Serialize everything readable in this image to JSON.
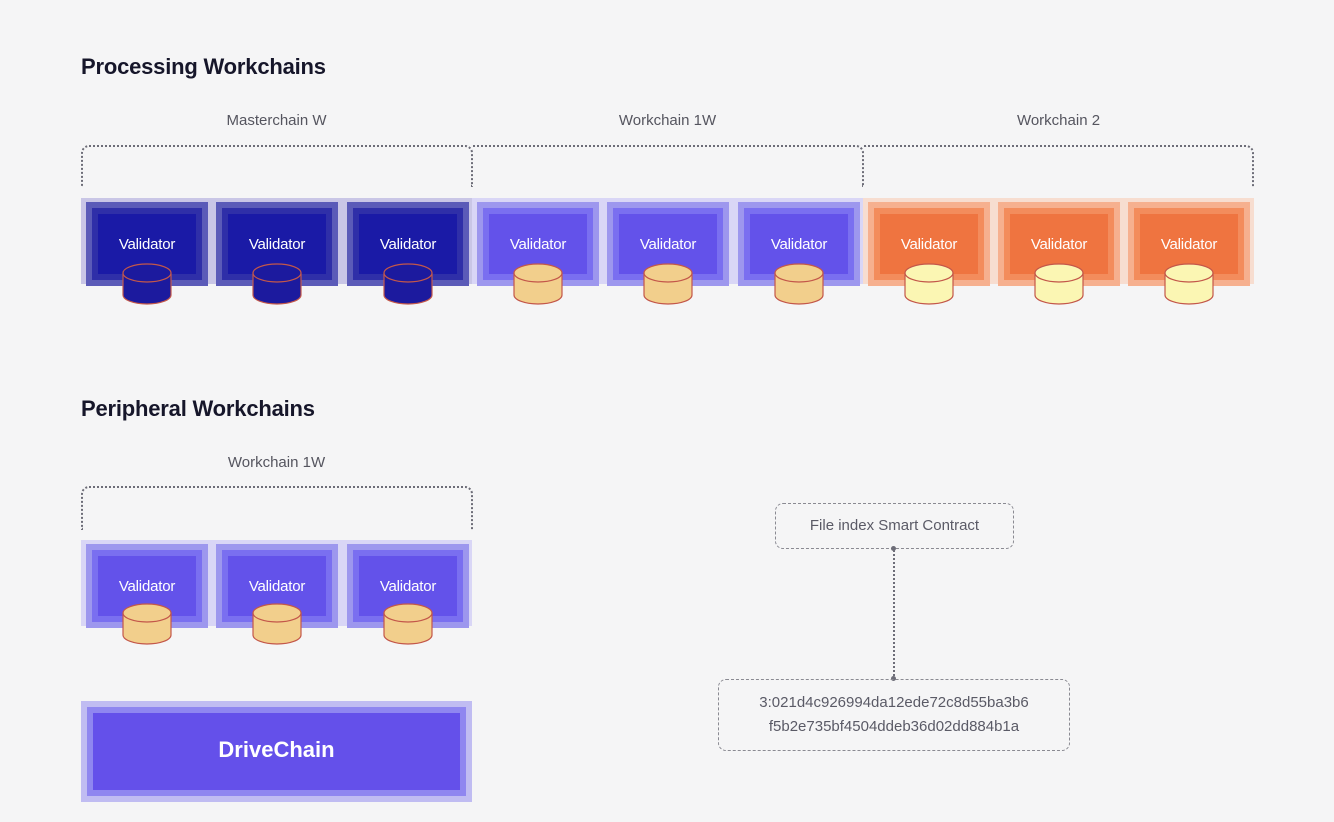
{
  "processing": {
    "title": "Processing Workchains",
    "groups": [
      {
        "label": "Masterchain W",
        "theme": "dark",
        "db_color": "#1c1a9e",
        "validators": [
          "Validator",
          "Validator",
          "Validator"
        ]
      },
      {
        "label": "Workchain 1W",
        "theme": "purp",
        "db_color": "#f2cf8c",
        "validators": [
          "Validator",
          "Validator",
          "Validator"
        ]
      },
      {
        "label": "Workchain 2",
        "theme": "orng",
        "db_color": "#fbf6b3",
        "validators": [
          "Validator",
          "Validator",
          "Validator"
        ]
      }
    ]
  },
  "peripheral": {
    "title": "Peripheral Workchains",
    "group": {
      "label": "Workchain 1W",
      "theme": "purp",
      "db_color": "#f2cf8c",
      "validators": [
        "Validator",
        "Validator",
        "Validator"
      ]
    },
    "drivechain": "DriveChain"
  },
  "contract": {
    "label": "File index Smart Contract",
    "address_line1": "3:021d4c926994da12ede72c8d55ba3b6",
    "address_line2": "f5b2e735bf4504ddeb36d02dd884b1a"
  }
}
